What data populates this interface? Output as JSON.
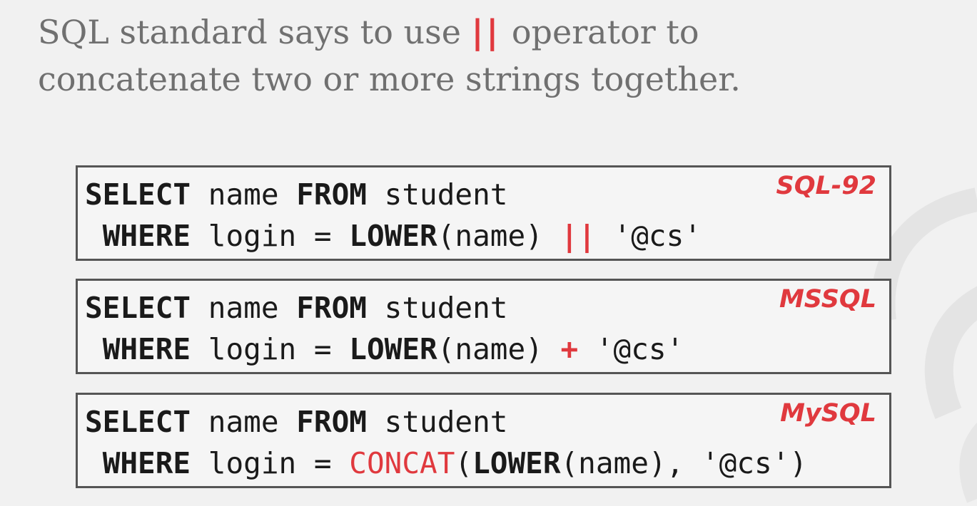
{
  "heading": {
    "line1_before": "SQL standard says to use",
    "operator": "||",
    "line1_after": "operator to",
    "line2": "concatenate two or more strings together."
  },
  "examples": [
    {
      "dialect": "SQL-92",
      "select_kw": "SELECT",
      "select_col": "name",
      "from_kw": "FROM",
      "from_table": "student",
      "where_kw": "WHERE",
      "cond_prefix": "login =",
      "func": "LOWER",
      "func_args": "(name)",
      "concat_op": "||",
      "literal": "'@cs'"
    },
    {
      "dialect": "MSSQL",
      "select_kw": "SELECT",
      "select_col": "name",
      "from_kw": "FROM",
      "from_table": "student",
      "where_kw": "WHERE",
      "cond_prefix": "login =",
      "func": "LOWER",
      "func_args": "(name)",
      "concat_op": "+",
      "literal": "'@cs'"
    },
    {
      "dialect": "MySQL",
      "select_kw": "SELECT",
      "select_col": "name",
      "from_kw": "FROM",
      "from_table": "student",
      "where_kw": "WHERE",
      "cond_prefix": "login =",
      "concat_func": "CONCAT",
      "open_paren": "(",
      "func": "LOWER",
      "func_args": "(name), '@cs')"
    }
  ],
  "colors": {
    "accent": "#e0393e",
    "heading_text": "#707070",
    "code_text": "#1a1a1a",
    "box_border": "#555555"
  }
}
